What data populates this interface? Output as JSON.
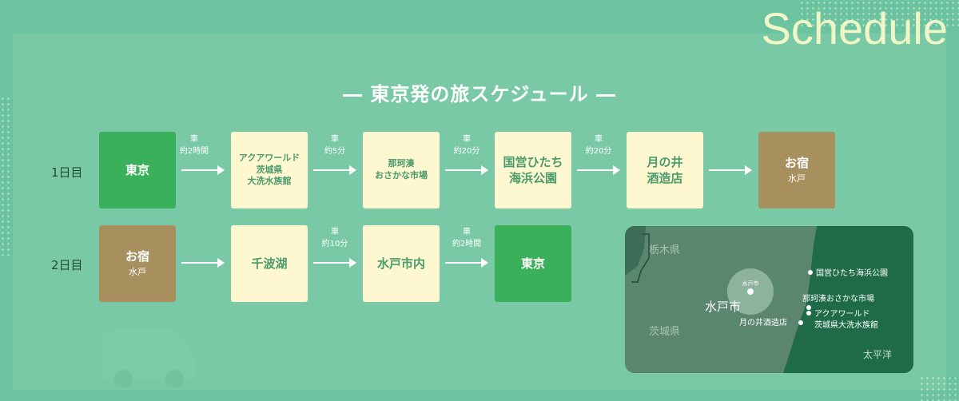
{
  "heading": "Schedule",
  "title": "― 東京発の旅スケジュール ―",
  "days": [
    {
      "label": "1日目",
      "nodes": [
        {
          "lines": [
            "東京"
          ],
          "style": "green"
        },
        {
          "lines": [
            "アクアワールド",
            "茨城県",
            "大洗水族館"
          ],
          "style": "cream",
          "size": "small"
        },
        {
          "lines": [
            "那珂湊",
            "おさかな市場"
          ],
          "style": "cream",
          "size": "small"
        },
        {
          "lines": [
            "国営ひたち",
            "海浜公園"
          ],
          "style": "cream",
          "size": "large"
        },
        {
          "lines": [
            "月の井",
            "酒造店"
          ],
          "style": "cream",
          "size": "large"
        },
        {
          "lines": [
            "お宿",
            "水戸"
          ],
          "style": "brown"
        }
      ],
      "transports": [
        [
          "車",
          "約2時間"
        ],
        [
          "車",
          "約5分"
        ],
        [
          "車",
          "約20分"
        ],
        [
          "車",
          "約20分"
        ],
        []
      ]
    },
    {
      "label": "2日目",
      "nodes": [
        {
          "lines": [
            "お宿",
            "水戸"
          ],
          "style": "brown"
        },
        {
          "lines": [
            "千波湖"
          ],
          "style": "cream",
          "size": "large"
        },
        {
          "lines": [
            "水戸市内"
          ],
          "style": "cream",
          "size": "large"
        },
        {
          "lines": [
            "東京"
          ],
          "style": "green"
        }
      ],
      "transports": [
        [],
        [
          "車",
          "約10分"
        ],
        [
          "車",
          "約2時間"
        ]
      ]
    }
  ],
  "map": {
    "prefecture_north": "栃木県",
    "prefecture_main": "茨城県",
    "city": "水戸市",
    "city_marker": "水戸市",
    "ocean": "太平洋",
    "places": [
      "国営ひたち海浜公園",
      "那珂湊おさかな市場",
      "アクアワールド",
      "茨城県大洗水族館",
      "月の井酒造店"
    ]
  },
  "colors": {
    "background": "#6cc3a0",
    "cream": "#fdf8d0",
    "green": "#3bb05a",
    "brown": "#a8905e",
    "map": "#5a8670"
  }
}
